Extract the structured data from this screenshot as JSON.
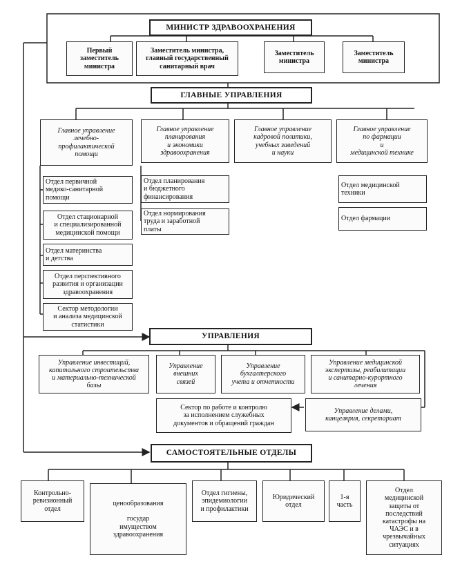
{
  "minister": "МИНИСТР ЗДРАВООХРАНЕНИЯ",
  "deputies": [
    "Первый\nзаместитель\nминистра",
    "Заместитель министра,\nглавный государственный\nсанитарный врач",
    "Заместитель\nминистра",
    "Заместитель\nминистра"
  ],
  "main_directorates_header": "ГЛАВНЫЕ УПРАВЛЕНИЯ",
  "main_directorates": [
    "Главное управление\nлечебно-\nпрофилактической\nпомощи",
    "Главное управление\nпланирования\nи экономики\nздравоохранения",
    "Главное управление\nкадровой политики,\nучебных заведений\nи науки",
    "Главное управление\nпо фармации\nи\nмедицинской технике"
  ],
  "medical_depts": [
    "Отдел первичной\nмедико-санитарной\nпомощи",
    "Отдел стационарной\nи специализированной\nмедицинской помощи",
    "Отдел материнства\nи детства",
    "Отдел перспективного\nразвития и организации\nздравоохранения",
    "Сектор методологии\nи анализа медицинской\nстатистики"
  ],
  "planning_depts": [
    "Отдел планирования\nи бюджетного\nфинансирования",
    "Отдел нормирования\nтруда и заработной\nплаты"
  ],
  "pharmacy_depts": [
    "Отдел медицинской\nтехники",
    "Отдел фармации"
  ],
  "directorates_header": "УПРАВЛЕНИЯ",
  "directorates": [
    "Управление инвестиций,\nкапитального строительства\nи материально-технической\nбазы",
    "Управление\nвнешних\nсвязей",
    "Управление\nбухгалтерского\nучета и отчетности",
    "Управление медицинской\nэкспертизы, реабилитации\nи санитарно-курортного\nлечения"
  ],
  "control_sector": "Сектор по работе и контролю\nза исполнением служебных\nдокументов и обращений граждан",
  "affairs_directorate": "Управление делами,\nканцелярия, секретариат",
  "independent_header": "САМОСТОЯТЕЛЬНЫЕ ОТДЕЛЫ",
  "independent_depts": [
    "Контрольно-\nревизионный\nотдел",
    "ценообразования\n\nгосудар\nимуществом\nздравоохранения",
    "Отдел гигиены,\nэпидемиологии\nи профилактики",
    "Юридический\nотдел",
    "1-я\nчасть",
    "Отдел\nмедицинской\nзащиты от\nпоследствий\nкатастрофы на\nЧАЭС и в\nчрезвычайных\nситуациях"
  ]
}
